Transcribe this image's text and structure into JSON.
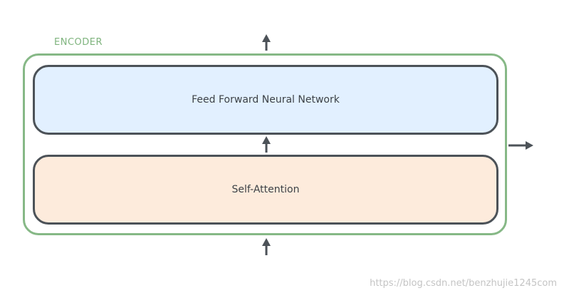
{
  "encoder": {
    "label": "ENCODER",
    "border_color": "#86b886"
  },
  "layers": {
    "ffnn": {
      "label": "Feed Forward Neural Network",
      "fill": "#e2f0ff"
    },
    "self_attention": {
      "label": "Self-Attention",
      "fill": "#fdebdc"
    }
  },
  "watermark": "https://blog.csdn.net/benzhujie1245com",
  "colors": {
    "arrow": "#4c5258",
    "layer_border": "#4c5258"
  }
}
